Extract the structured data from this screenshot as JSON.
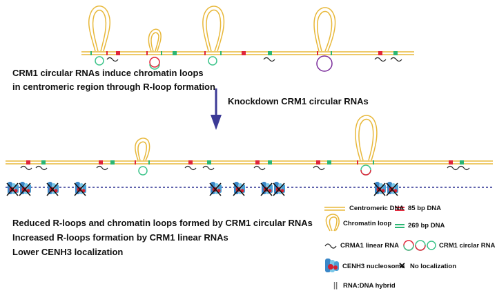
{
  "captions": {
    "top_line1": "CRM1 circular RNAs induce chromatin loops",
    "top_line2": "in centromeric region through R-loop formation",
    "arrow_label": "Knockdown CRM1 circular RNAs",
    "bottom_line1": "Reduced R-loops and chromatin loops formed by CRM1 circular RNAs",
    "bottom_line2": "Increased R-loops formation by CRM1 linear RNAs",
    "bottom_line3": "Lower CENH3 localization"
  },
  "legend": {
    "centromeric_dna": "Centromeric DNA",
    "dna_85": "85 bp DNA",
    "chromatin_loop": "Chromatin loop",
    "dna_269": "269 bp DNA",
    "linear_rna": "CRMA1 linear RNA",
    "circular_rna": "CRM1 circlar RNA",
    "cenh3_nucleosome": "CENH3 nucleosome",
    "no_localization": "No localization",
    "hybrid": "RNA:DNA hybrid",
    "hybrid_symbol": "||",
    "no_loc_symbol": "✕"
  },
  "colors": {
    "dna": "#e8b83a",
    "dna_85": "#e0263a",
    "dna_269": "#2bb673",
    "rna_linear": "#222222",
    "circ_green": "#3cc48a",
    "circ_red": "#e0263a",
    "circ_purple": "#7a2b9a",
    "arrow": "#3c3a96",
    "nucleosome_blue": "#3a87c8",
    "nucleosome_red": "#d32030",
    "dotted_line": "#2d3192"
  }
}
